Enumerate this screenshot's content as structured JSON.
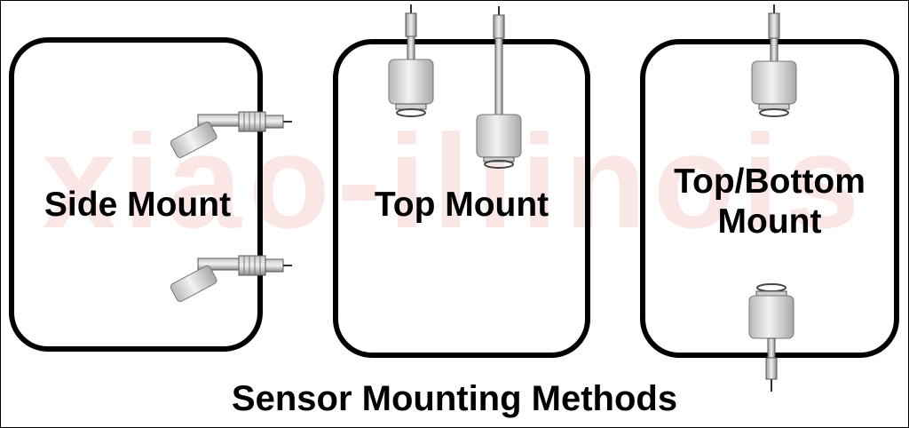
{
  "watermark": "xiao-illinois",
  "tanks": [
    {
      "label": "Side Mount"
    },
    {
      "label": "Top Mount"
    },
    {
      "label": "Top/Bottom Mount",
      "line1": "Top/Bottom",
      "line2": "Mount"
    }
  ],
  "caption": "Sensor Mounting Methods",
  "colors": {
    "outline": "#000000",
    "sensor_body": "#e2e2e2",
    "sensor_shadow": "#9a9a9a",
    "watermark": "#fbe6e6"
  },
  "icons": [
    "side-mount-float-switch-icon",
    "top-mount-float-switch-icon",
    "bottom-mount-float-switch-icon"
  ]
}
